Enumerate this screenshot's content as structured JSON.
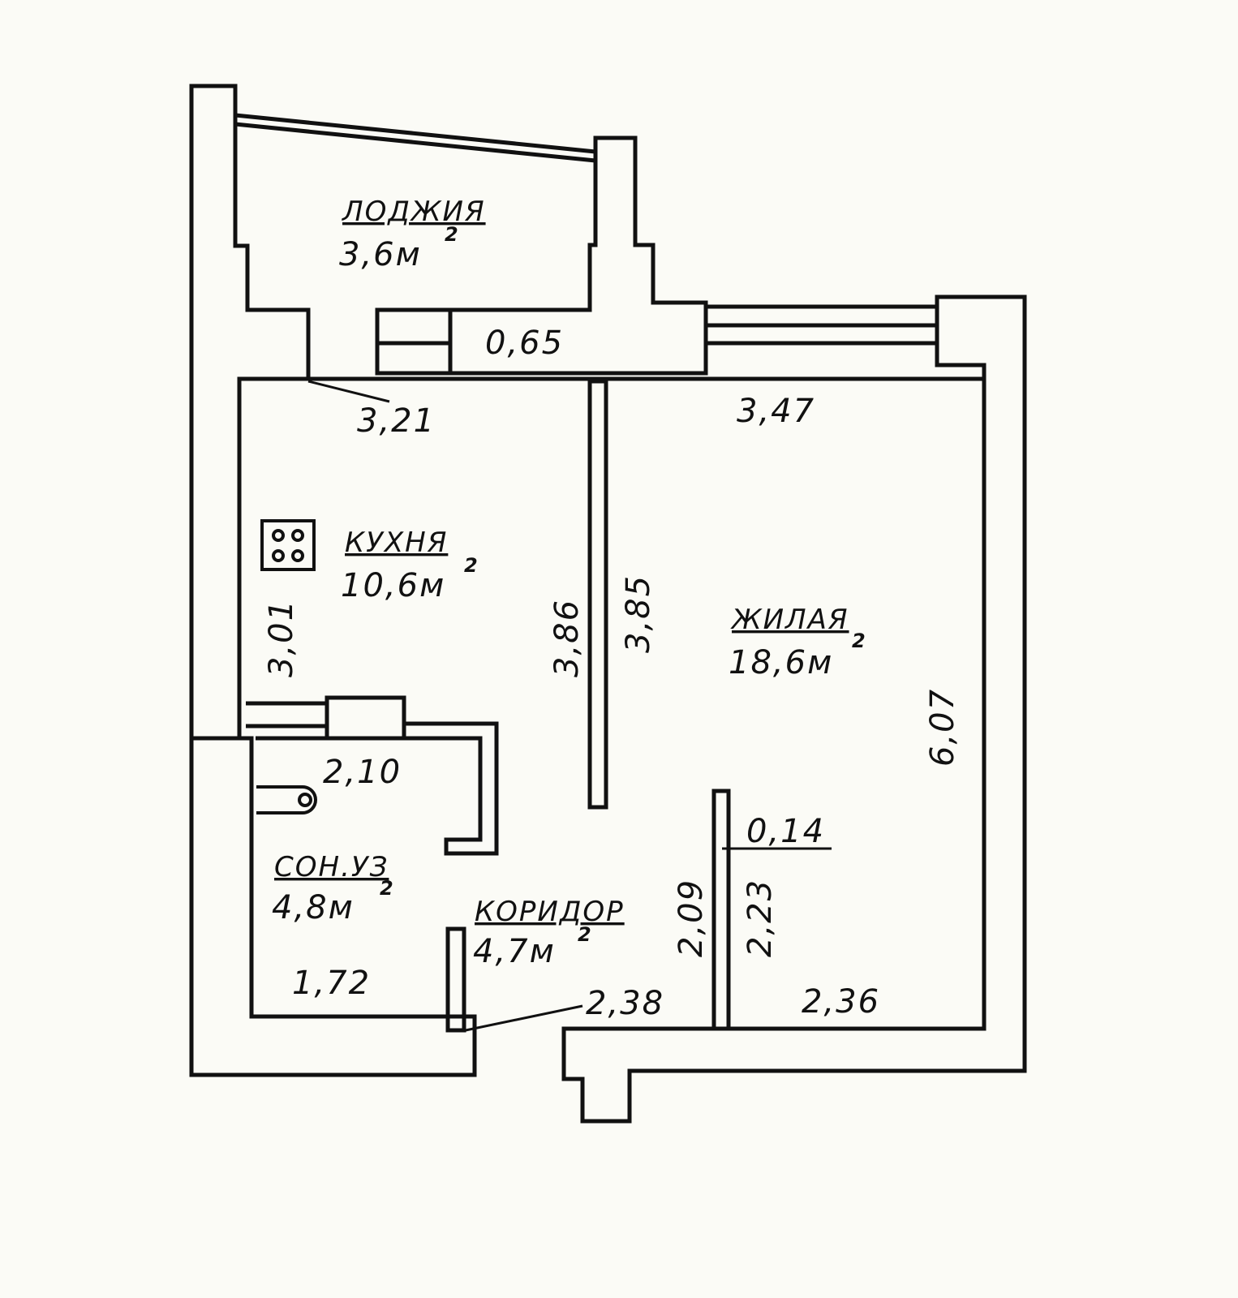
{
  "rooms": {
    "loggia": {
      "name": "ЛОДЖИЯ",
      "area": "3,6м",
      "sup": "2"
    },
    "kitchen": {
      "name": "КУХНЯ",
      "area": "10,6м",
      "sup": "2"
    },
    "living": {
      "name": "ЖИЛАЯ",
      "area": "18,6м",
      "sup": "2"
    },
    "bathroom": {
      "name": "СОН.УЗ",
      "area": "4,8м",
      "sup": "2"
    },
    "corridor": {
      "name": "КОРИДОР",
      "area": "4,7м",
      "sup": "2"
    }
  },
  "dimensions": {
    "d065": "0,65",
    "d321": "3,21",
    "d347": "3,47",
    "d386": "3,86",
    "d385": "3,85",
    "d301": "3,01",
    "d607": "6,07",
    "d210": "2,10",
    "d014": "0,14",
    "d209": "2,09",
    "d223": "2,23",
    "d172": "1,72",
    "d238": "2,38",
    "d236": "2,36"
  }
}
